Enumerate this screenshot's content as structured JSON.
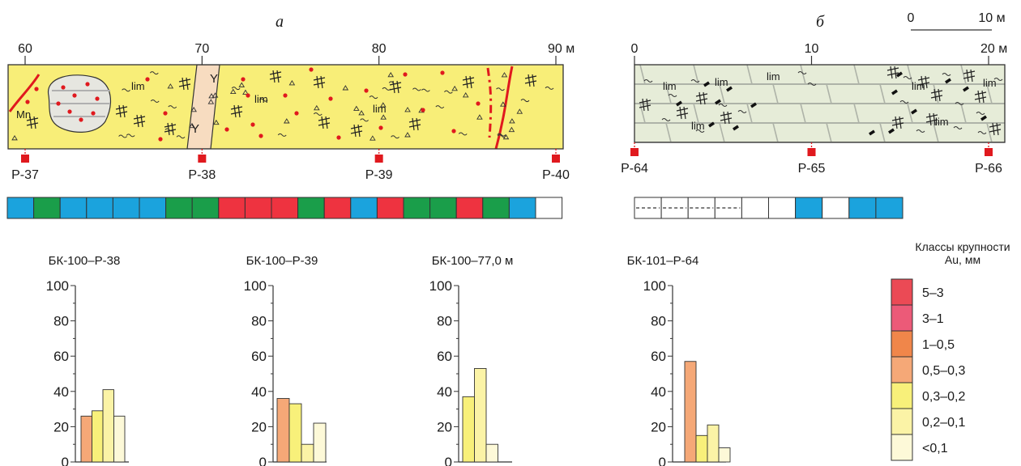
{
  "panel_a": {
    "label": "а",
    "unit": "м",
    "ticks": [
      {
        "v": 60,
        "label": "60"
      },
      {
        "v": 70,
        "label": "70"
      },
      {
        "v": 80,
        "label": "80"
      },
      {
        "v": 90,
        "label": "90 м"
      }
    ],
    "range": [
      60,
      90
    ],
    "samples": [
      {
        "label": "Р-37",
        "pos": 60
      },
      {
        "label": "Р-38",
        "pos": 70
      },
      {
        "label": "Р-39",
        "pos": 80
      },
      {
        "label": "Р-40",
        "pos": 90
      }
    ],
    "mineral_labels": [
      "Mn",
      "lim",
      "lim",
      "lim"
    ],
    "dyke_labels": [
      "Y",
      "Y"
    ],
    "color_strip": [
      "blue",
      "green",
      "blue",
      "blue",
      "blue",
      "blue",
      "green",
      "green",
      "red",
      "red",
      "red",
      "green",
      "red",
      "blue",
      "red",
      "green",
      "green",
      "red",
      "green",
      "blue",
      "white"
    ]
  },
  "panel_b": {
    "label": "б",
    "ticks": [
      {
        "v": 0,
        "label": "0"
      },
      {
        "v": 10,
        "label": "10"
      },
      {
        "v": 20,
        "label": "20 м"
      }
    ],
    "range": [
      0,
      20
    ],
    "samples": [
      {
        "label": "Р-64",
        "pos": 0
      },
      {
        "label": "Р-65",
        "pos": 10
      },
      {
        "label": "Р-66",
        "pos": 20
      }
    ],
    "mineral_labels": [
      "lim",
      "lim",
      "lim",
      "lim",
      "lim",
      "lim",
      "lim"
    ],
    "color_strip": [
      "dashed",
      "dashed",
      "dashed",
      "dashed",
      "white",
      "white",
      "blue",
      "white",
      "blue",
      "blue"
    ]
  },
  "scale_bar": {
    "start_label": "0",
    "end_label": "10 м"
  },
  "colors": {
    "blue": "#1ba3dd",
    "green": "#1a9e4a",
    "red": "#ee3340",
    "white": "#ffffff",
    "yellow_zone": "#f8ee78",
    "green_zone": "#e6ecd8",
    "dyke": "#f7dcc0",
    "sample_marker": "#e0191e"
  },
  "legend": {
    "title_line1": "Классы крупности",
    "title_line2": "Au, мм",
    "classes": [
      {
        "label": "5–3",
        "color": "#eb4a55"
      },
      {
        "label": "3–1",
        "color": "#ec5a78"
      },
      {
        "label": "1–0,5",
        "color": "#f0864a"
      },
      {
        "label": "0,5–0,3",
        "color": "#f5a877"
      },
      {
        "label": "0,3–0,2",
        "color": "#f8f07a"
      },
      {
        "label": "0,2–0,1",
        "color": "#fbf3a6"
      },
      {
        "label": "<0,1",
        "color": "#fdf9d8"
      }
    ]
  },
  "chart_data": [
    {
      "type": "bar",
      "title": "БК-100–Р-38",
      "ylim": [
        0,
        100
      ],
      "yticks": [
        "0",
        "20",
        "40",
        "60",
        "80",
        "100"
      ],
      "bars": [
        {
          "class": "0,5–0,3",
          "value": 26
        },
        {
          "class": "0,3–0,2",
          "value": 29
        },
        {
          "class": "0,2–0,1",
          "value": 41
        },
        {
          "class": "<0,1",
          "value": 26
        }
      ]
    },
    {
      "type": "bar",
      "title": "БК-100–Р-39",
      "ylim": [
        0,
        100
      ],
      "yticks": [
        "0",
        "20",
        "40",
        "60",
        "80",
        "100"
      ],
      "bars": [
        {
          "class": "0,5–0,3",
          "value": 36
        },
        {
          "class": "0,3–0,2",
          "value": 33
        },
        {
          "class": "0,2–0,1",
          "value": 10
        },
        {
          "class": "<0,1",
          "value": 22
        }
      ]
    },
    {
      "type": "bar",
      "title": "БК-100–77,0 м",
      "ylim": [
        0,
        100
      ],
      "yticks": [
        "0",
        "20",
        "40",
        "60",
        "80",
        "100"
      ],
      "bars": [
        {
          "class": "0,3–0,2",
          "value": 37
        },
        {
          "class": "0,2–0,1",
          "value": 53
        },
        {
          "class": "<0,1",
          "value": 10
        }
      ]
    },
    {
      "type": "bar",
      "title": "БК-101–Р-64",
      "ylim": [
        0,
        100
      ],
      "yticks": [
        "0",
        "20",
        "40",
        "60",
        "80",
        "100"
      ],
      "bars": [
        {
          "class": "0,5–0,3",
          "value": 57
        },
        {
          "class": "0,3–0,2",
          "value": 15
        },
        {
          "class": "0,2–0,1",
          "value": 21
        },
        {
          "class": "<0,1",
          "value": 8
        }
      ]
    }
  ]
}
